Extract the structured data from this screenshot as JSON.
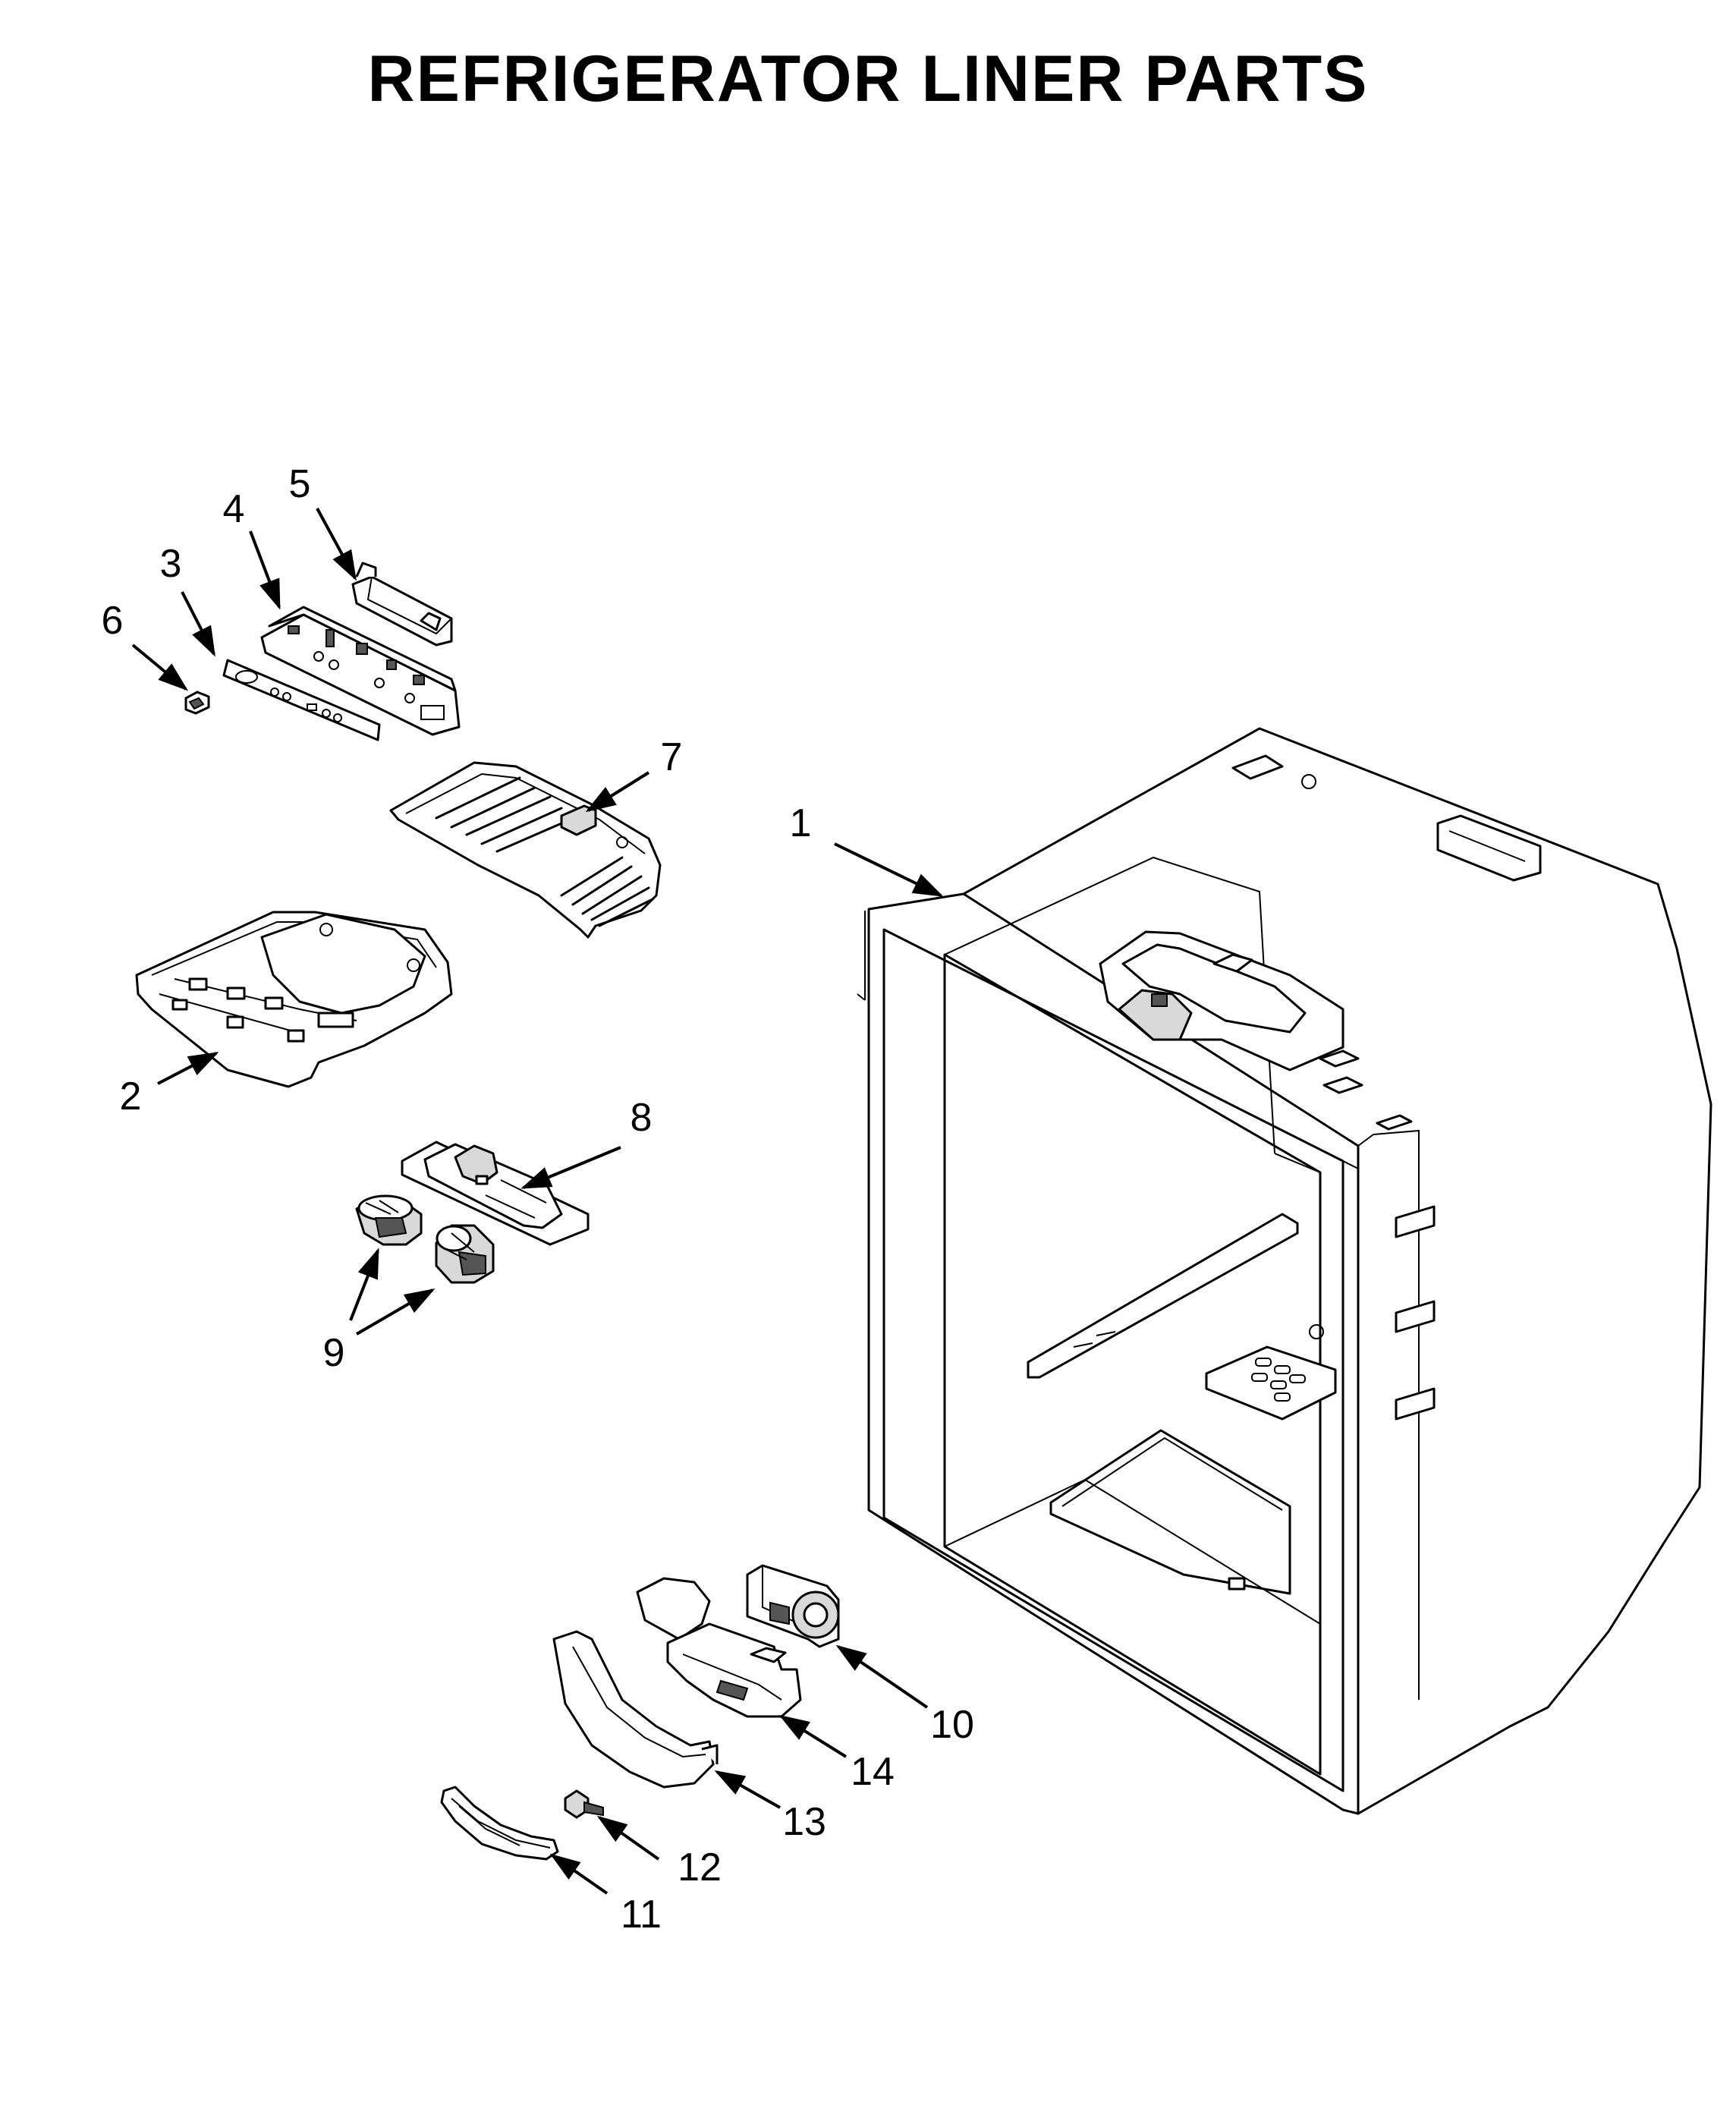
{
  "title": "REFRIGERATOR LINER PARTS",
  "callouts": [
    {
      "id": "c1",
      "label": "1"
    },
    {
      "id": "c2",
      "label": "2"
    },
    {
      "id": "c3",
      "label": "3"
    },
    {
      "id": "c4",
      "label": "4"
    },
    {
      "id": "c5",
      "label": "5"
    },
    {
      "id": "c6",
      "label": "6"
    },
    {
      "id": "c7",
      "label": "7"
    },
    {
      "id": "c8",
      "label": "8"
    },
    {
      "id": "c9",
      "label": "9"
    },
    {
      "id": "c10",
      "label": "10"
    },
    {
      "id": "c11",
      "label": "11"
    },
    {
      "id": "c12",
      "label": "12"
    },
    {
      "id": "c13",
      "label": "13"
    },
    {
      "id": "c14",
      "label": "14"
    }
  ]
}
